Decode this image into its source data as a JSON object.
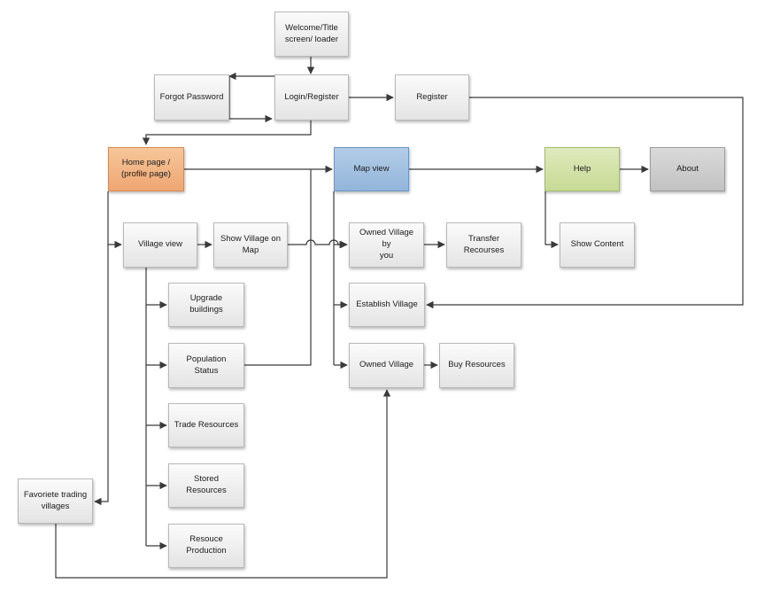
{
  "nodes": {
    "welcome": "Welcome/Title\nscreen/ loader",
    "forgot_password": "Forgot Password",
    "login_register": "Login/Register",
    "register": "Register",
    "home_page": "Home page /\n(profile page)",
    "map_view": "Map view",
    "help": "Help",
    "about": "About",
    "village_view": "Village view",
    "show_village_on_map": "Show Village on\nMap",
    "owned_village_by_you": "Owned Village by\nyou",
    "transfer_recourses": "Transfer Recourses",
    "show_content": "Show Content",
    "upgrade_buildings": "Upgrade buildings",
    "establish_village": "Establish Village",
    "population_status": "Population Status",
    "owned_village": "Owned Village",
    "buy_resources": "Buy Resources",
    "trade_resources": "Trade Resources",
    "stored_resources": "Stored Resources",
    "favoriete_trading_villages": "Favoriete trading\nvillages",
    "resouce_production": "Resouce Production"
  },
  "colors": {
    "home_page": "#f2b07e",
    "map_view": "#9dbcdf",
    "help": "#cfe0a5",
    "about": "#c8c8c8",
    "connector": "#3a3a3a"
  }
}
